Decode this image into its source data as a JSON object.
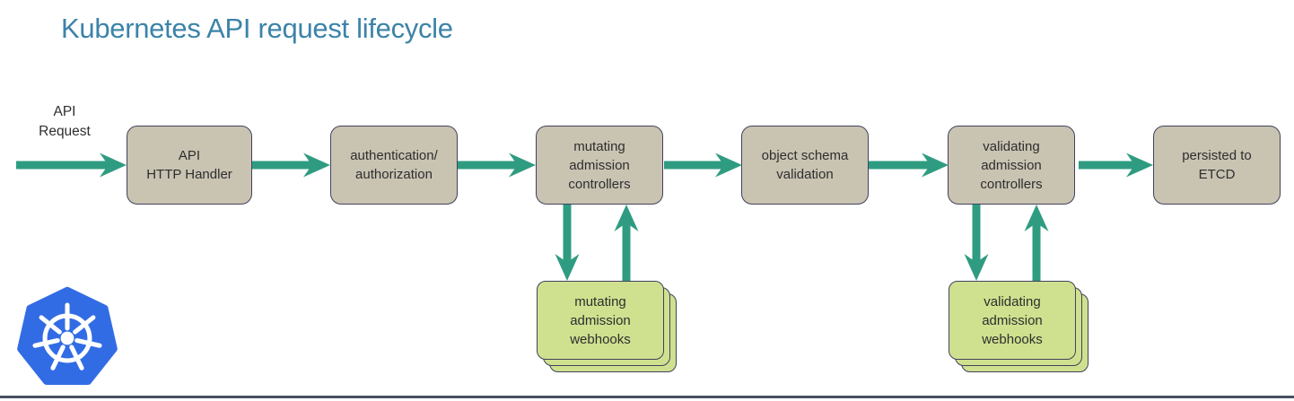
{
  "title": "Kubernetes API request lifecycle",
  "flow": {
    "input_label": "API\nRequest",
    "nodes": [
      {
        "label": "API\nHTTP Handler"
      },
      {
        "label": "authentication/\nauthorization"
      },
      {
        "label": "mutating\nadmission\ncontrollers"
      },
      {
        "label": "object schema\nvalidation"
      },
      {
        "label": "validating\nadmission\ncontrollers"
      },
      {
        "label": "persisted to\nETCD"
      }
    ],
    "webhooks": [
      {
        "label": "mutating\nadmission\nwebhooks"
      },
      {
        "label": "validating\nadmission\nwebhooks"
      }
    ]
  },
  "icons": {
    "kubernetes_logo": "kubernetes-helm-wheel"
  },
  "colors": {
    "title_text": "#3c83a8",
    "arrow": "#2f9c81",
    "node_fill": "#c9c3b2",
    "node_border": "#42425c",
    "webhook_fill": "#cfe18f",
    "webhook_border": "#42425c",
    "kubernetes_blue": "#326ce5",
    "bottom_rule": "#4a5060",
    "label_text": "#2e2e2e"
  }
}
